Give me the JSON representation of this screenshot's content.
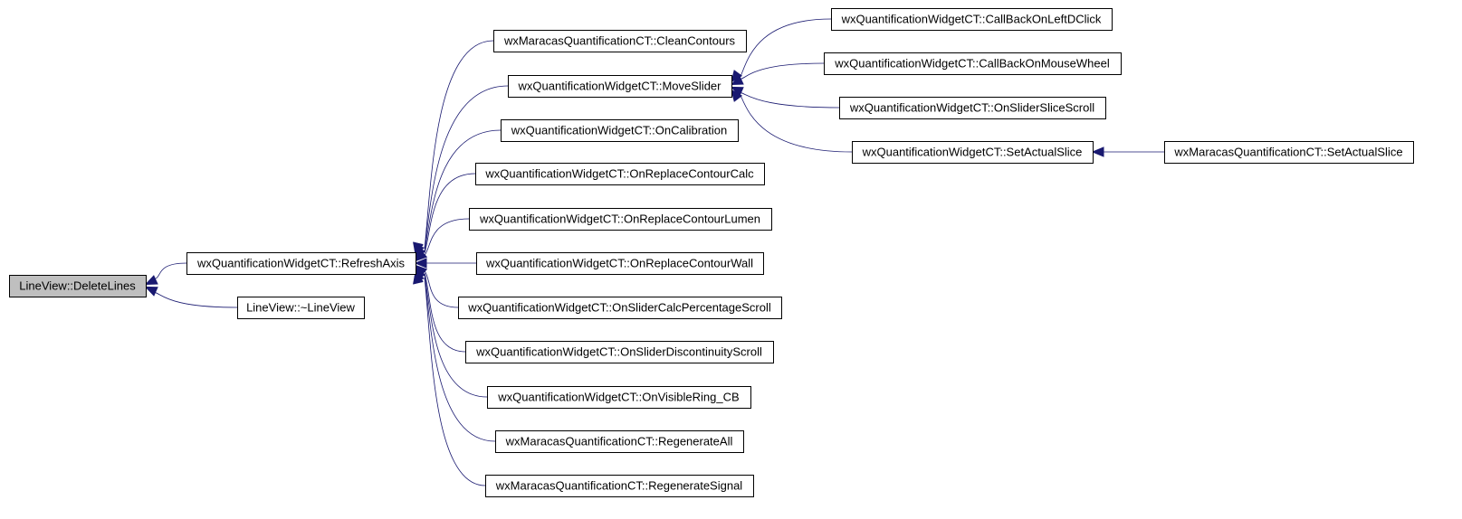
{
  "graph": {
    "nodes": [
      {
        "id": "deletelines",
        "label": "LineView::DeleteLines",
        "root": true
      },
      {
        "id": "refreshaxis",
        "label": "wxQuantificationWidgetCT::RefreshAxis"
      },
      {
        "id": "destructor",
        "label": "LineView::~LineView"
      },
      {
        "id": "cleancontours",
        "label": "wxMaracasQuantificationCT::CleanContours"
      },
      {
        "id": "moveslider",
        "label": "wxQuantificationWidgetCT::MoveSlider"
      },
      {
        "id": "oncalibration",
        "label": "wxQuantificationWidgetCT::OnCalibration"
      },
      {
        "id": "onreplacecalc",
        "label": "wxQuantificationWidgetCT::OnReplaceContourCalc"
      },
      {
        "id": "onreplacelumen",
        "label": "wxQuantificationWidgetCT::OnReplaceContourLumen"
      },
      {
        "id": "onreplacewall",
        "label": "wxQuantificationWidgetCT::OnReplaceContourWall"
      },
      {
        "id": "onslidercalc",
        "label": "wxQuantificationWidgetCT::OnSliderCalcPercentageScroll"
      },
      {
        "id": "onsliderdisc",
        "label": "wxQuantificationWidgetCT::OnSliderDiscontinuityScroll"
      },
      {
        "id": "onvisiblering",
        "label": "wxQuantificationWidgetCT::OnVisibleRing_CB"
      },
      {
        "id": "regenerateall",
        "label": "wxMaracasQuantificationCT::RegenerateAll"
      },
      {
        "id": "regeneratesignal",
        "label": "wxMaracasQuantificationCT::RegenerateSignal"
      },
      {
        "id": "callbackleftdclick",
        "label": "wxQuantificationWidgetCT::CallBackOnLeftDClick"
      },
      {
        "id": "callbackmousewheel",
        "label": "wxQuantificationWidgetCT::CallBackOnMouseWheel"
      },
      {
        "id": "onsliderslice",
        "label": "wxQuantificationWidgetCT::OnSliderSliceScroll"
      },
      {
        "id": "setactualslice",
        "label": "wxQuantificationWidgetCT::SetActualSlice"
      },
      {
        "id": "maracas_setactualslice",
        "label": "wxMaracasQuantificationCT::SetActualSlice"
      }
    ],
    "edges": [
      {
        "from": "refreshaxis",
        "to": "deletelines"
      },
      {
        "from": "destructor",
        "to": "deletelines"
      },
      {
        "from": "cleancontours",
        "to": "refreshaxis"
      },
      {
        "from": "moveslider",
        "to": "refreshaxis"
      },
      {
        "from": "oncalibration",
        "to": "refreshaxis"
      },
      {
        "from": "onreplacecalc",
        "to": "refreshaxis"
      },
      {
        "from": "onreplacelumen",
        "to": "refreshaxis"
      },
      {
        "from": "onreplacewall",
        "to": "refreshaxis"
      },
      {
        "from": "onslidercalc",
        "to": "refreshaxis"
      },
      {
        "from": "onsliderdisc",
        "to": "refreshaxis"
      },
      {
        "from": "onvisiblering",
        "to": "refreshaxis"
      },
      {
        "from": "regenerateall",
        "to": "refreshaxis"
      },
      {
        "from": "regeneratesignal",
        "to": "refreshaxis"
      },
      {
        "from": "callbackleftdclick",
        "to": "moveslider"
      },
      {
        "from": "callbackmousewheel",
        "to": "moveslider"
      },
      {
        "from": "onsliderslice",
        "to": "moveslider"
      },
      {
        "from": "setactualslice",
        "to": "moveslider"
      },
      {
        "from": "maracas_setactualslice",
        "to": "setactualslice"
      }
    ],
    "colors": {
      "edge": "#191970",
      "root_fill": "#bfbfbf",
      "node_fill": "#ffffff",
      "node_border": "#000000"
    }
  }
}
